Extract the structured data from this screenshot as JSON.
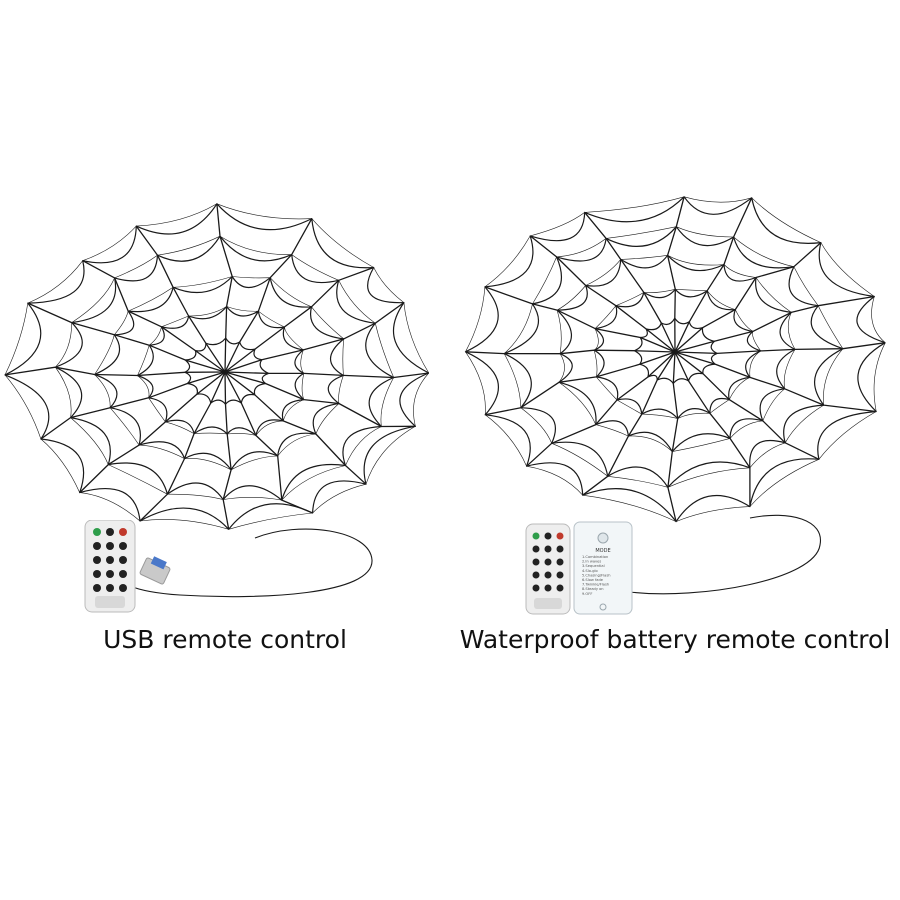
{
  "products": [
    {
      "caption": "USB remote control",
      "controller": "usb-plug"
    },
    {
      "caption": "Waterproof battery remote control",
      "controller": "battery-box",
      "battery_box_label": "MODE",
      "battery_box_modes": [
        "1.Combination",
        "2.In waves",
        "3.Sequential",
        "4.Slo-glo",
        "5.Chasing/Flash",
        "6.Slow fade",
        "7.Twinkle/Flash",
        "8.Steady on",
        "9.OFF"
      ]
    }
  ],
  "colors": {
    "wire": "#1a1a1a",
    "remote_body": "#eeeeee",
    "button_dark": "#222222",
    "button_green": "#2e9d4a",
    "button_red": "#c0392b",
    "battery_box": "#f2f6f8"
  }
}
